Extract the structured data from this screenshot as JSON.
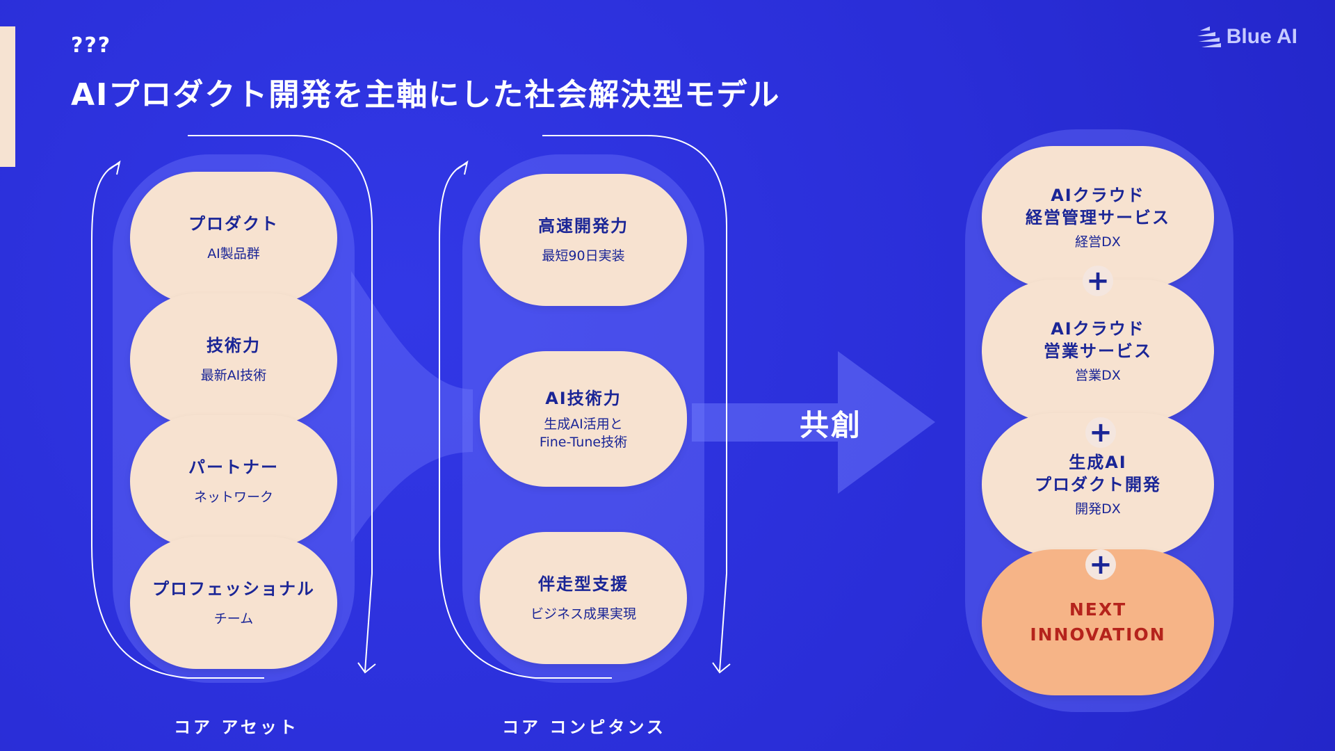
{
  "header": {
    "marks": "???",
    "title": "AIプロダクト開発を主軸にした社会解決型モデル",
    "logo_text": "Blue AI"
  },
  "core_assets": {
    "label": "コア アセット",
    "items": [
      {
        "title": "プロダクト",
        "sub": "AI製品群"
      },
      {
        "title": "技術力",
        "sub": "最新AI技術"
      },
      {
        "title": "パートナー",
        "sub": "ネットワーク"
      },
      {
        "title": "プロフェッショナル",
        "sub": "チーム"
      }
    ]
  },
  "core_competence": {
    "label": "コア コンピタンス",
    "items": [
      {
        "title": "高速開発力",
        "sub": "最短90日実装"
      },
      {
        "title": "AI技術力",
        "sub": "生成AI活用と\nFine-Tune技術"
      },
      {
        "title": "伴走型支援",
        "sub": "ビジネス成果実現"
      }
    ]
  },
  "arrow_label": "共創",
  "results": {
    "items": [
      {
        "title": "AIクラウド\n経営管理サービス",
        "sub": "経営DX"
      },
      {
        "title": "AIクラウド\n営業サービス",
        "sub": "営業DX"
      },
      {
        "title": "生成AI\nプロダクト開発",
        "sub": "開発DX"
      },
      {
        "title": "NEXT\nINNOVATION",
        "sub": ""
      }
    ],
    "plus": "+"
  },
  "colors": {
    "background": "#2b2fdc",
    "pill": "#f7e2d0",
    "pill_text": "#1a2596",
    "next_pill": "#f6b487",
    "next_text": "#b5231c",
    "accent": "#f6e3d2"
  }
}
